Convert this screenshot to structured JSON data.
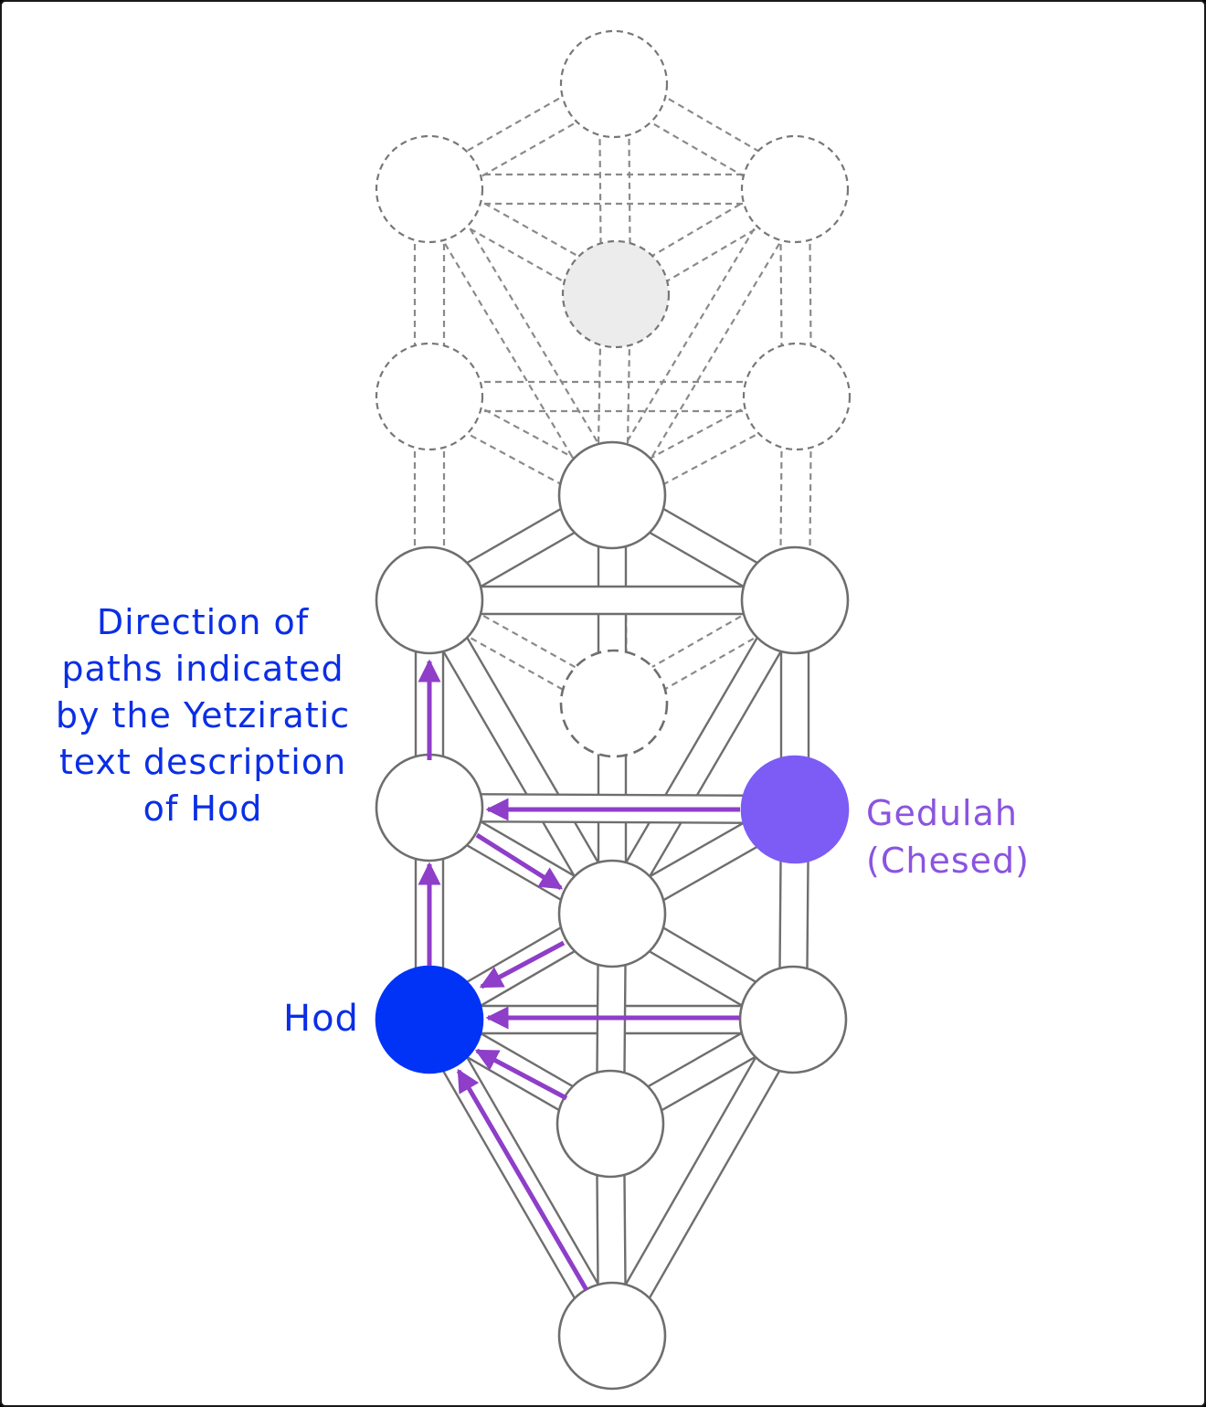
{
  "caption": {
    "lines": [
      "Direction of",
      "paths indicated",
      "by the Yetziratic",
      "text description",
      "of Hod"
    ]
  },
  "labels": {
    "hod": "Hod",
    "gedulah_line1": "Gedulah",
    "gedulah_line2": "(Chesed)"
  },
  "colors": {
    "hod": "#0033f5",
    "gedulah": "#7c5cf5",
    "arrow": "#8e3ec8",
    "hod_label": "#0a2ee6",
    "gedulah_label": "#8a54e0",
    "daath_fill": "#ececec",
    "outline": "#6e6e6e"
  }
}
